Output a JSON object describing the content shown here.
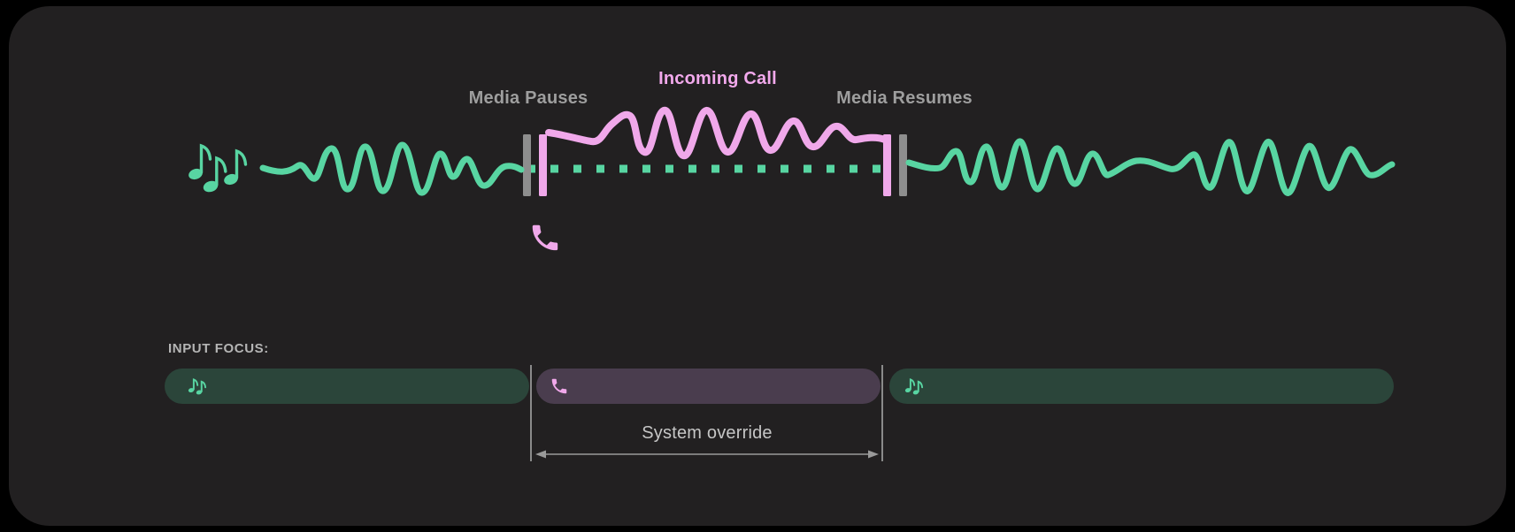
{
  "diagram": {
    "labels": {
      "media_pauses": "Media Pauses",
      "incoming_call": "Incoming Call",
      "media_resumes": "Media Resumes"
    },
    "icons": {
      "media": "music-notes-icon",
      "call": "phone-icon",
      "pause_markers": "pause-bars-icon",
      "resume_markers": "resume-bars-icon"
    }
  },
  "input_focus": {
    "heading": "INPUT FOCUS:",
    "segments": [
      {
        "type": "media",
        "icon": "music-notes-icon"
      },
      {
        "type": "call",
        "icon": "phone-icon"
      },
      {
        "type": "media",
        "icon": "music-notes-icon"
      }
    ],
    "annotation": "System override"
  },
  "colors": {
    "background": "#000000",
    "panel": "#222021",
    "media_green": "#58d5a2",
    "call_pink": "#f0a8ea",
    "marker_gray": "#8e8e8e",
    "label_gray": "#9e9e9e",
    "incoming_call_pink": "#f2a9ec",
    "heading_gray": "#b5b5b5",
    "annotation_gray": "#c6c6c6",
    "media_bar_bg": "#2b453a",
    "call_bar_bg": "#4a3d4e"
  }
}
